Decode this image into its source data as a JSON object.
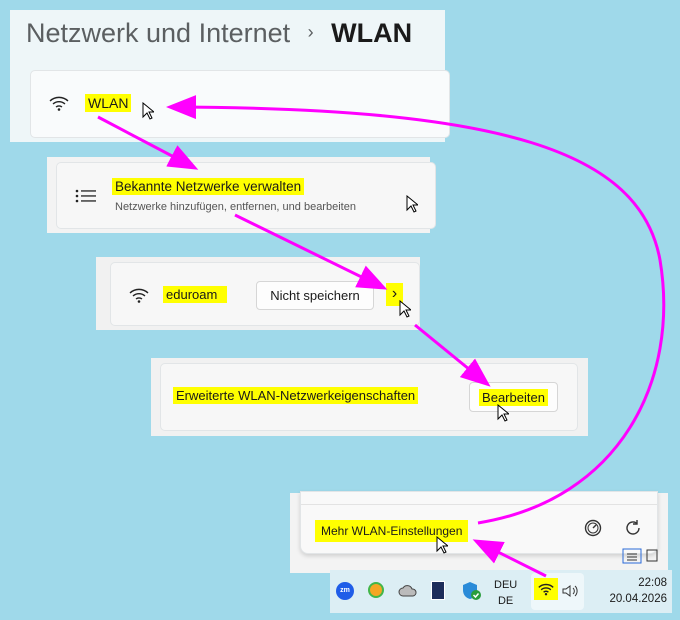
{
  "header": {
    "parent": "Netzwerk und Internet",
    "separator": "›",
    "current": "WLAN"
  },
  "wlan_row": {
    "label": "WLAN"
  },
  "known_networks": {
    "title": "Bekannte Netzwerke verwalten",
    "subtitle": "Netzwerke hinzufügen, entfernen, und bearbeiten"
  },
  "network": {
    "name": "eduroam",
    "forget_label": "Nicht speichern"
  },
  "properties": {
    "label": "Erweiterte WLAN-Netzwerkeigenschaften",
    "edit_label": "Bearbeiten"
  },
  "flyout": {
    "more_settings_label": "Mehr WLAN-Einstellungen"
  },
  "taskbar": {
    "lang_top": "DEU",
    "lang_bottom": "DE",
    "time": "22:08",
    "date": "20.04.2026",
    "zoom_label": "zm"
  },
  "colors": {
    "highlight": "#ffff00",
    "arrow": "#ff00ff",
    "background": "#9fd9ea"
  }
}
